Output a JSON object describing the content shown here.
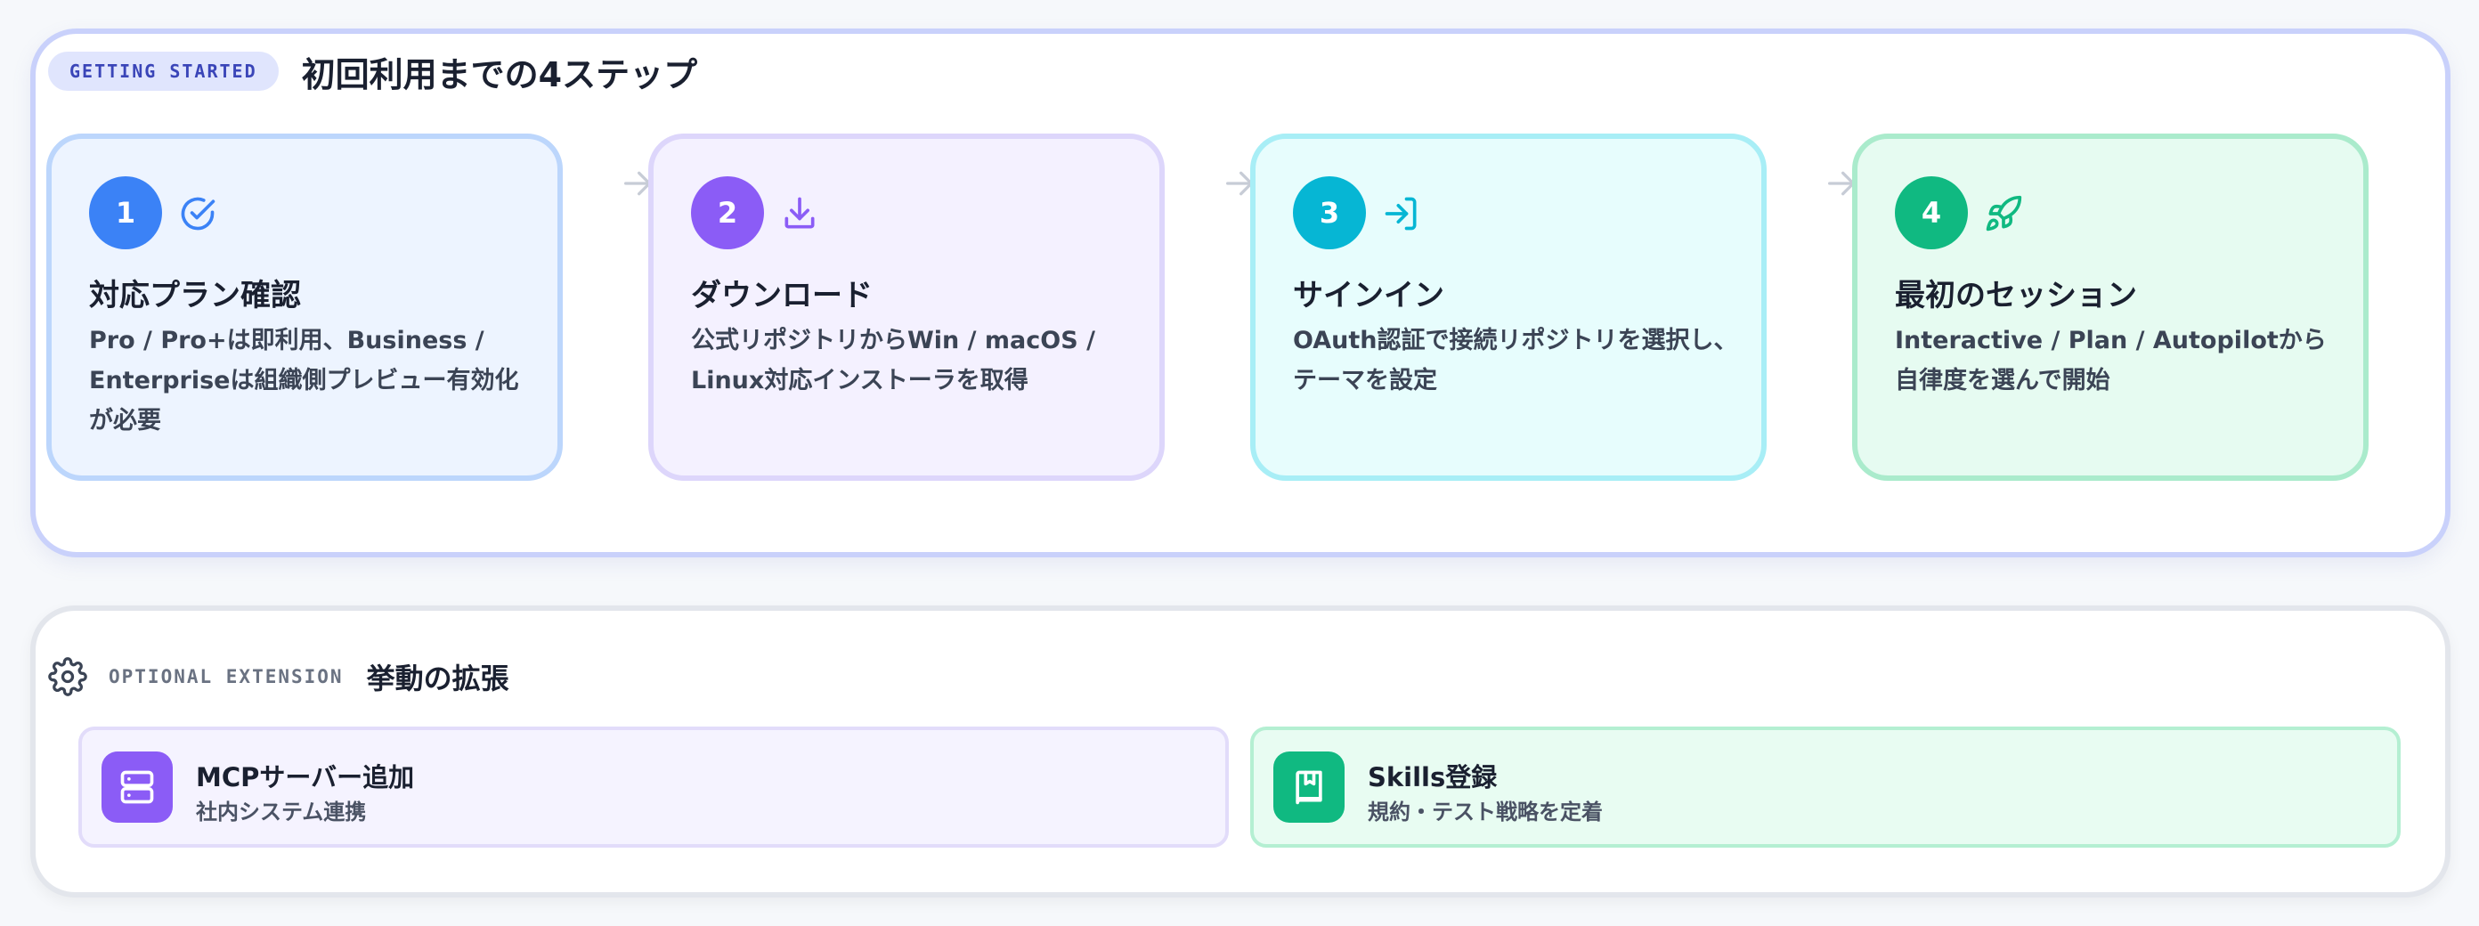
{
  "getting_started": {
    "badge": "GETTING STARTED",
    "title": "初回利用までの4ステップ",
    "steps": [
      {
        "number": "1",
        "icon": "check-circle-icon",
        "title": "対応プラン確認",
        "description": "Pro / Pro+は即利用、Business / Enterpriseは組織側プレビュー有効化が必要",
        "accent": "#3b82f6"
      },
      {
        "number": "2",
        "icon": "download-icon",
        "title": "ダウンロード",
        "description": "公式リポジトリからWin / macOS / Linux対応インストーラを取得",
        "accent": "#8b5cf6"
      },
      {
        "number": "3",
        "icon": "sign-in-icon",
        "title": "サインイン",
        "description": "OAuth認証で接続リポジトリを選択し、テーマを設定",
        "accent": "#06b6d4"
      },
      {
        "number": "4",
        "icon": "rocket-icon",
        "title": "最初のセッション",
        "description": "Interactive / Plan / Autopilotから自律度を選んで開始",
        "accent": "#10b981"
      }
    ]
  },
  "optional_extension": {
    "icon": "gear-icon",
    "label": "OPTIONAL EXTENSION",
    "title": "挙動の拡張",
    "items": [
      {
        "icon": "server-icon",
        "name": "MCPサーバー追加",
        "sub": "社内システム連携",
        "accent": "#8b5cf6"
      },
      {
        "icon": "book-icon",
        "name": "Skills登録",
        "sub": "規約・テスト戦略を定着",
        "accent": "#10b981"
      }
    ]
  }
}
